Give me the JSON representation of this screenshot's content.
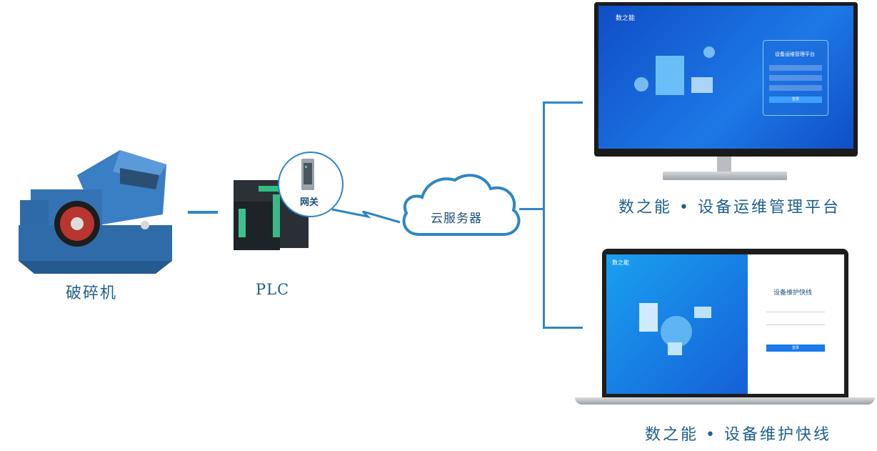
{
  "labels": {
    "crusher": "破碎机",
    "plc": "PLC",
    "gateway": "网关",
    "cloud": "云服务器",
    "monitor_caption": "数之能 • 设备运维管理平台",
    "laptop_caption": "数之能 • 设备维护快线"
  },
  "monitor_screen": {
    "brand": "数之能",
    "login_title": "设备运维管理平台",
    "login_button": "登录"
  },
  "laptop_screen": {
    "brand": "数之能",
    "login_title": "设备维护快线",
    "login_button": "登录"
  },
  "colors": {
    "line": "#2e86c1",
    "label": "#1f5f8b",
    "screen_blue": "#1565d8",
    "machine_blue": "#3a7ec4"
  }
}
